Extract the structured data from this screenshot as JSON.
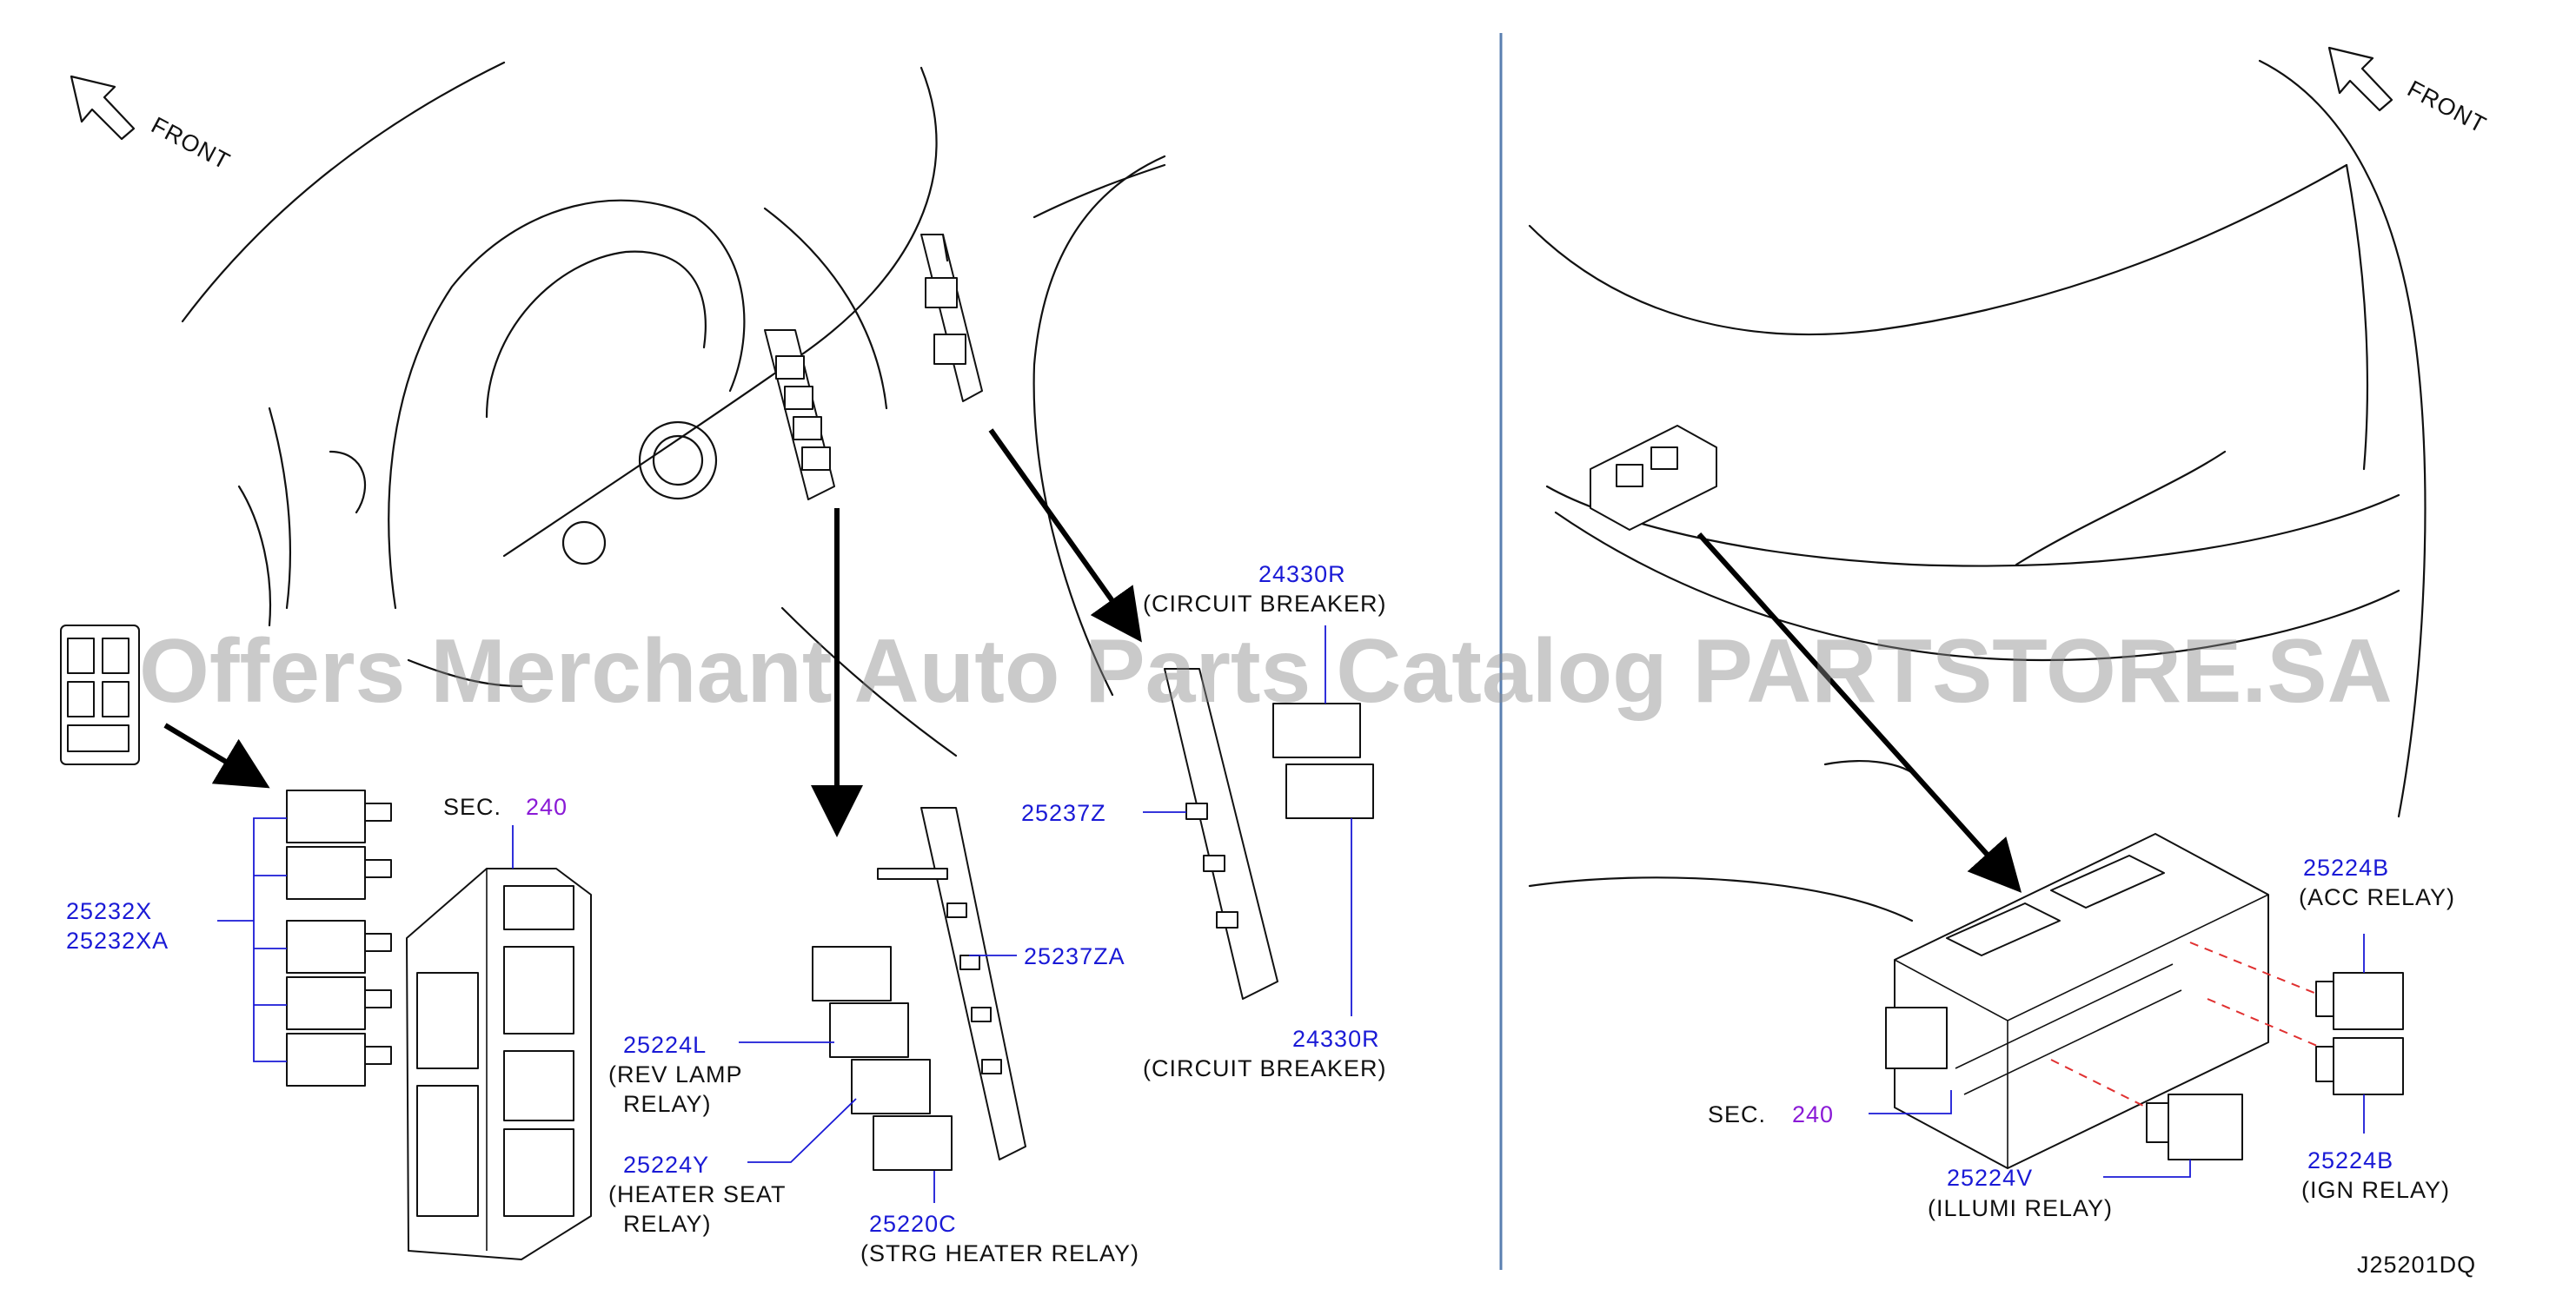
{
  "watermark": "Offers Merchant Auto Parts Catalog PARTSTORE.SA",
  "diagram_code": "J25201DQ",
  "front_label": "FRONT",
  "left": {
    "sec": {
      "prefix": "SEC.",
      "number": "240"
    },
    "parts": {
      "p25232x": "25232X",
      "p25232xa": "25232XA",
      "p25237z": "25237Z",
      "p25237za": "25237ZA",
      "p24330r_top": "24330R",
      "p24330r_top_desc": "(CIRCUIT   BREAKER)",
      "p24330r_bottom": "24330R",
      "p24330r_bottom_desc": "(CIRCUIT   BREAKER)",
      "p25224l": "25224L",
      "p25224l_desc1": "(REV   LAMP",
      "p25224l_desc2": "RELAY)",
      "p25224y": "25224Y",
      "p25224y_desc1": "(HEATER   SEAT",
      "p25224y_desc2": "RELAY)",
      "p25220c": "25220C",
      "p25220c_desc": "(STRG   HEATER   RELAY)"
    }
  },
  "right": {
    "sec": {
      "prefix": "SEC.",
      "number": "240"
    },
    "parts": {
      "p25224b_acc": "25224B",
      "p25224b_acc_desc": "(ACC   RELAY)",
      "p25224b_ign": "25224B",
      "p25224b_ign_desc": "(IGN   RELAY)",
      "p25224v": "25224V",
      "p25224v_desc": "(ILLUMI   RELAY)"
    }
  },
  "colors": {
    "part_number": "#1a1ad6",
    "section_ref": "#8a1ad6",
    "divider": "#5a7fb0",
    "guide_dash": "#e03030"
  }
}
